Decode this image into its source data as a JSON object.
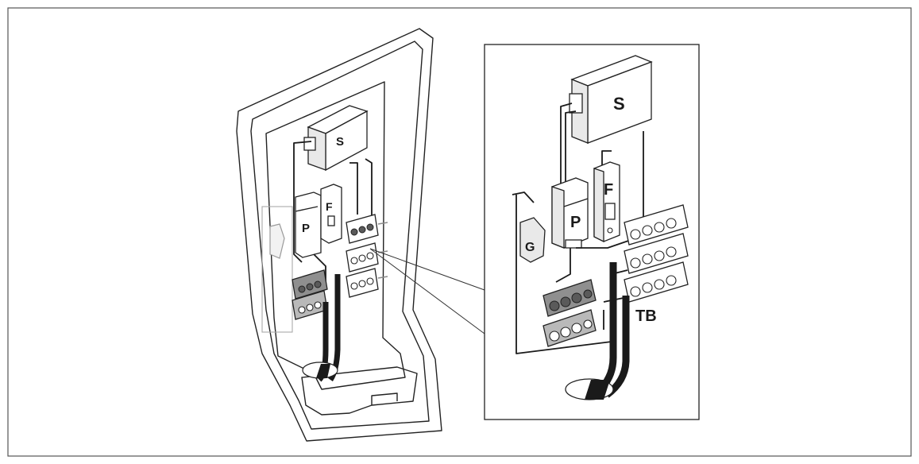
{
  "labels": {
    "supply_unit": "S",
    "fuse": "F",
    "protection_device": "P",
    "ground_bracket": "G",
    "terminal_block": "TB"
  },
  "colors": {
    "line": "#222222",
    "terminal_dark": "#8f8f8f",
    "terminal_light": "#b9b9b9",
    "background": "#ffffff"
  }
}
